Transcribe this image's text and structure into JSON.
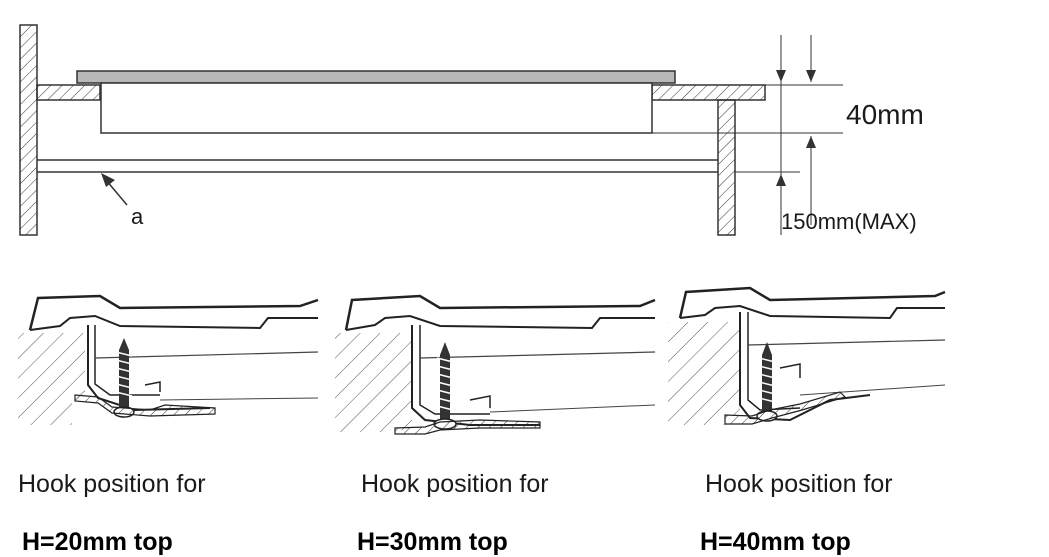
{
  "top_diagram": {
    "dimension_top": "40mm",
    "dimension_bottom": "150mm(MAX)",
    "label_a": "a"
  },
  "panels": [
    {
      "line1": "Hook position for",
      "line2": "H=20mm top"
    },
    {
      "line1": "Hook position for",
      "line2": "H=30mm top"
    },
    {
      "line1": "Hook position for",
      "line2": "H=40mm top"
    }
  ]
}
